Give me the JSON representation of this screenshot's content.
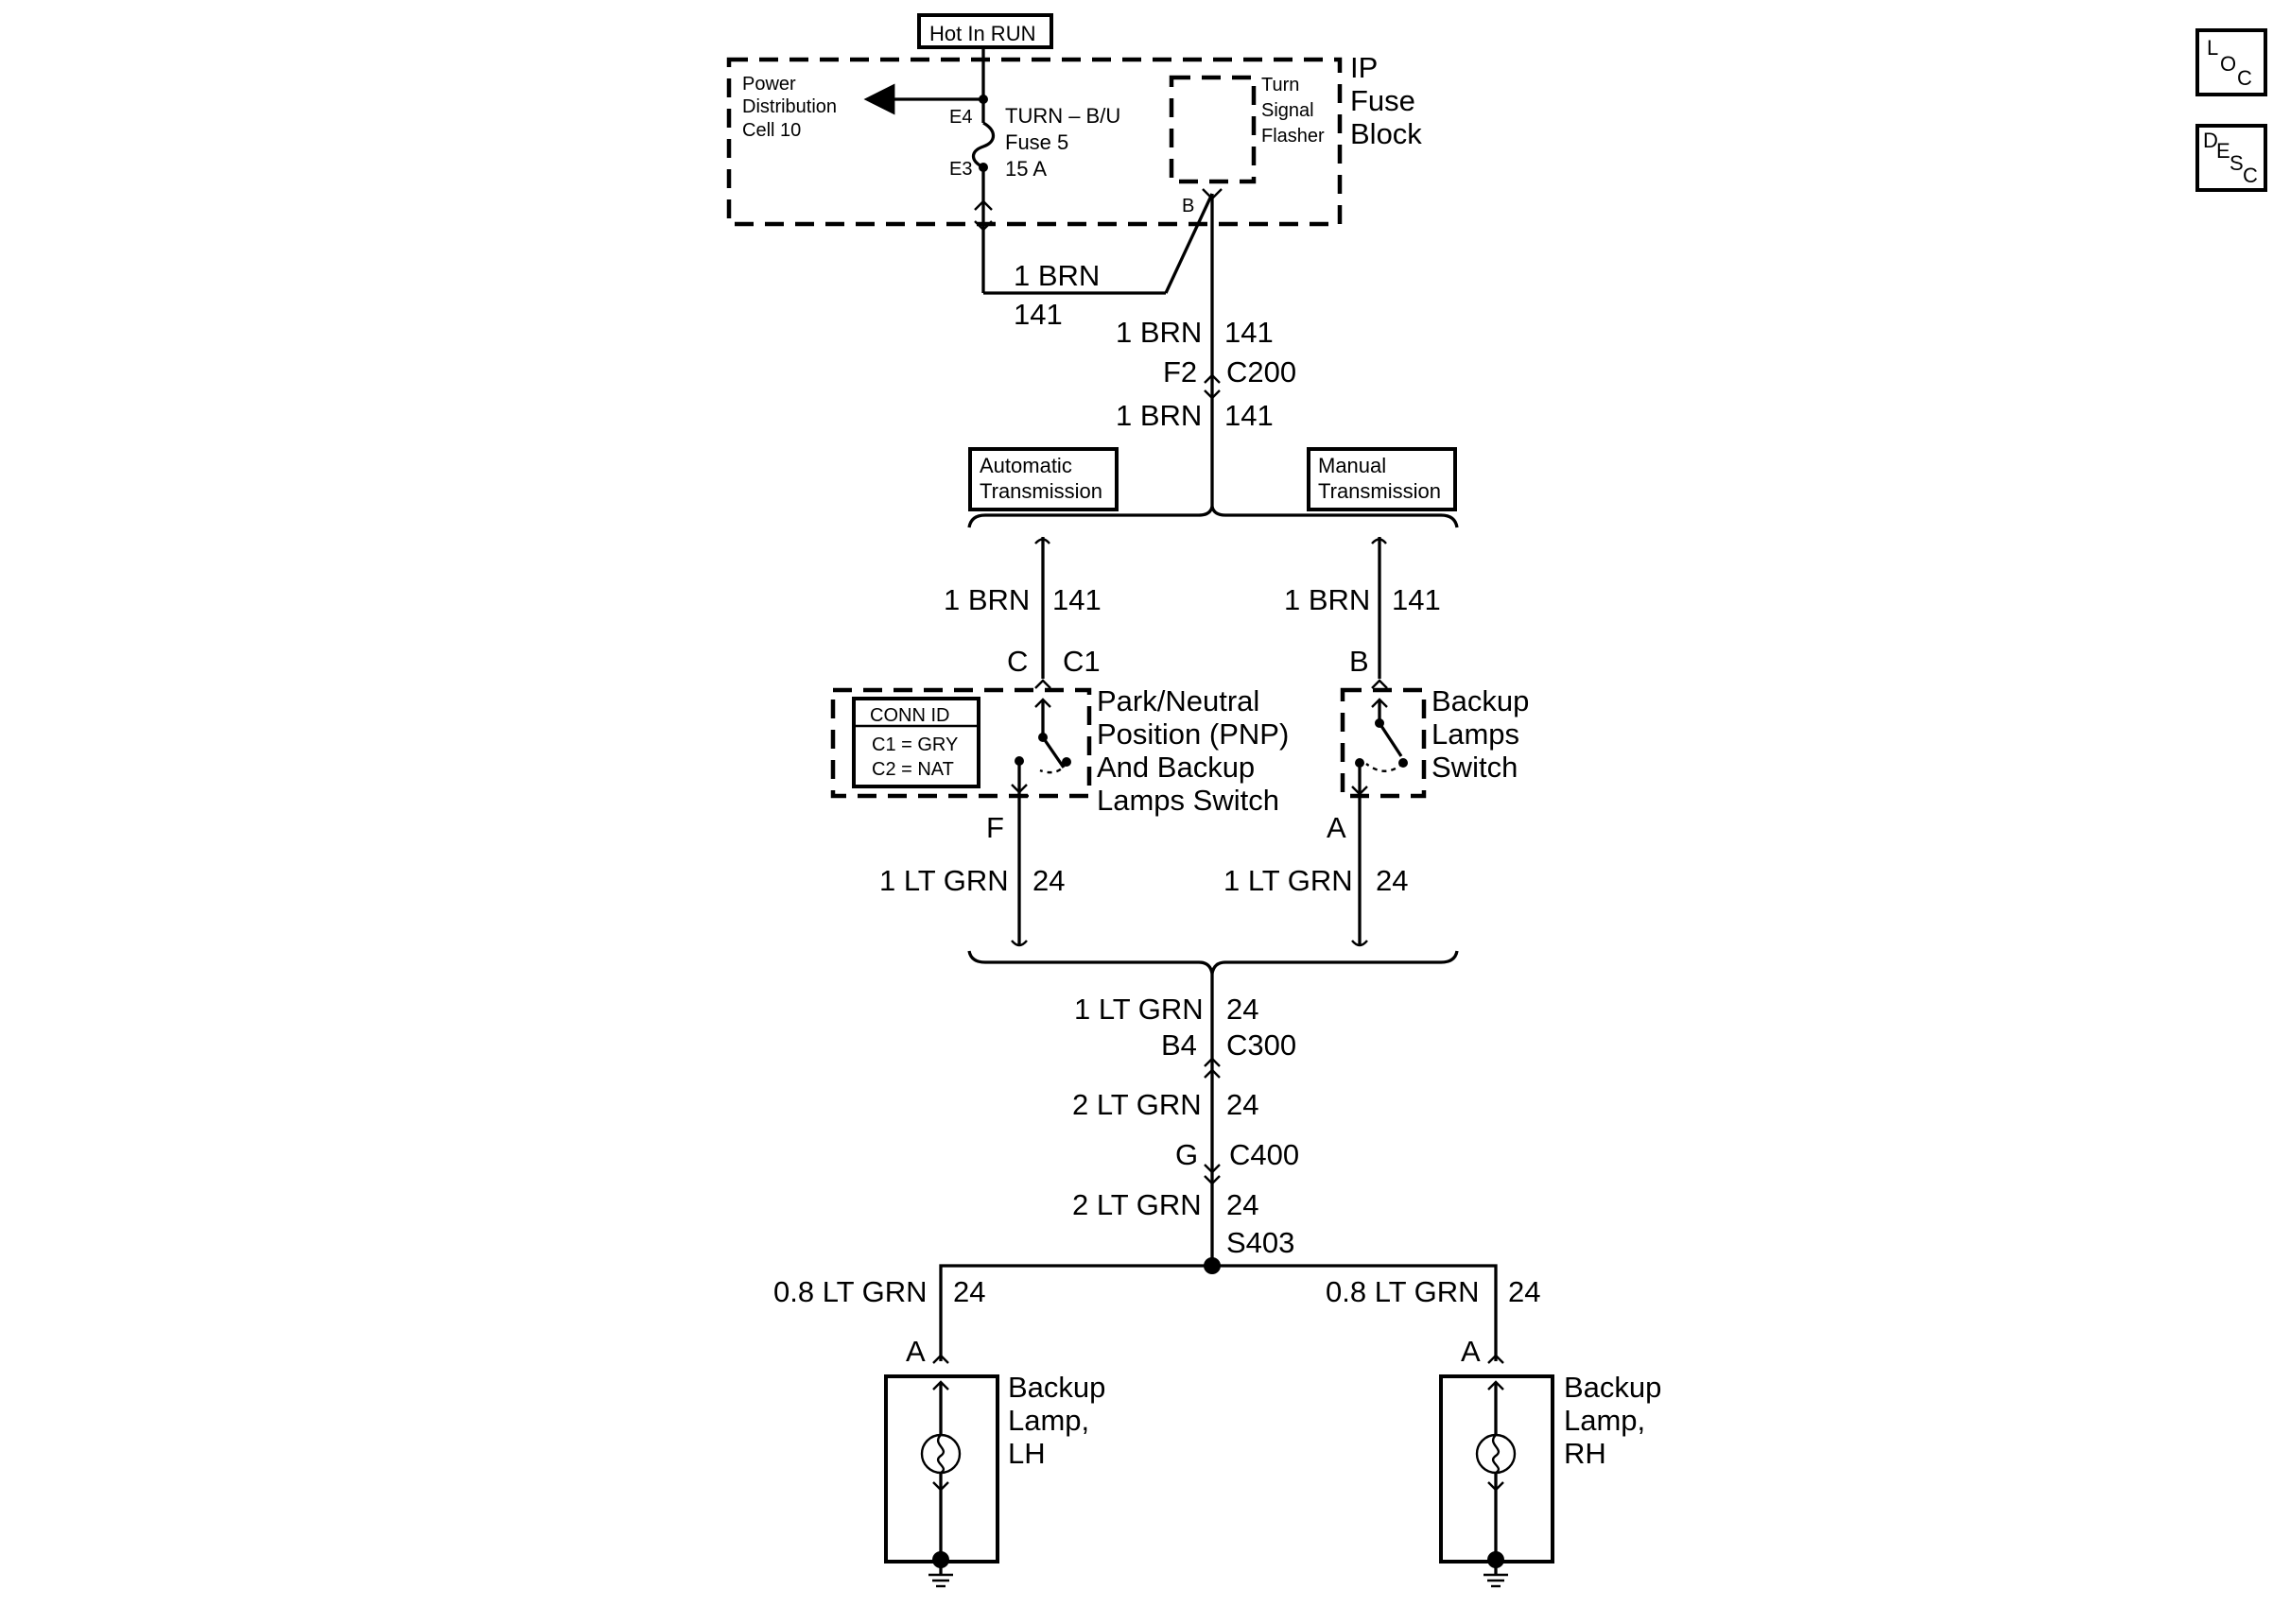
{
  "labels": {
    "hot_in_run": "Hot In RUN",
    "pdc_1": "Power",
    "pdc_2": "Distribution",
    "pdc_3": "Cell 10",
    "fuse_1": "TURN – B/U",
    "fuse_2": "Fuse 5",
    "fuse_3": "15 A",
    "e4": "E4",
    "e3": "E3",
    "tsf_1": "Turn",
    "tsf_2": "Signal",
    "tsf_3": "Flasher",
    "tsf_pin": "B",
    "ipfb_1": "IP",
    "ipfb_2": "Fuse",
    "ipfb_3": "Block",
    "w_brn_top": "1 BRN",
    "c141_top": "141",
    "w_brn_a": "1 BRN",
    "c141_a": "141",
    "f2": "F2",
    "c200": "C200",
    "w_brn_b": "1 BRN",
    "c141_b": "141",
    "auto_1": "Automatic",
    "auto_2": "Transmission",
    "man_1": "Manual",
    "man_2": "Transmission",
    "w_brn_auto": "1 BRN",
    "c141_auto": "141",
    "w_brn_man": "1 BRN",
    "c141_man": "141",
    "pin_c": "C",
    "conn_c1": "C1",
    "pin_b": "B",
    "conn_id": "CONN ID",
    "conn_c1_gry": "C1 = GRY",
    "conn_c2_nat": "C2 = NAT",
    "pnp_1": "Park/Neutral",
    "pnp_2": "Position (PNP)",
    "pnp_3": "And Backup",
    "pnp_4": "Lamps Switch",
    "bls_1": "Backup",
    "bls_2": "Lamps",
    "bls_3": "Switch",
    "pin_f": "F",
    "pin_a_sw": "A",
    "w_grn_auto": "1 LT GRN",
    "c24_auto": "24",
    "w_grn_man": "1 LT GRN",
    "c24_man": "24",
    "w_grn_c": "1 LT GRN",
    "c24_c": "24",
    "b4": "B4",
    "c300": "C300",
    "w_grn_d": "2 LT GRN",
    "c24_d": "24",
    "g": "G",
    "c400": "C400",
    "w_grn_e": "2 LT GRN",
    "c24_e": "24",
    "s403": "S403",
    "w_grn_lh": "0.8 LT GRN",
    "c24_lh": "24",
    "w_grn_rh": "0.8 LT GRN",
    "c24_rh": "24",
    "pin_a_lh": "A",
    "pin_a_rh": "A",
    "lh_1": "Backup",
    "lh_2": "Lamp,",
    "lh_3": "LH",
    "rh_1": "Backup",
    "rh_2": "Lamp,",
    "rh_3": "RH",
    "loc_l": "L",
    "loc_o": "O",
    "loc_c": "C",
    "desc_d": "D",
    "desc_e": "E",
    "desc_s": "S",
    "desc_c": "C"
  },
  "icons": [
    "lamp-bulb-icon",
    "ground-icon",
    "splice-dot-icon",
    "fuse-icon",
    "switch-icon",
    "arrow-icon"
  ]
}
